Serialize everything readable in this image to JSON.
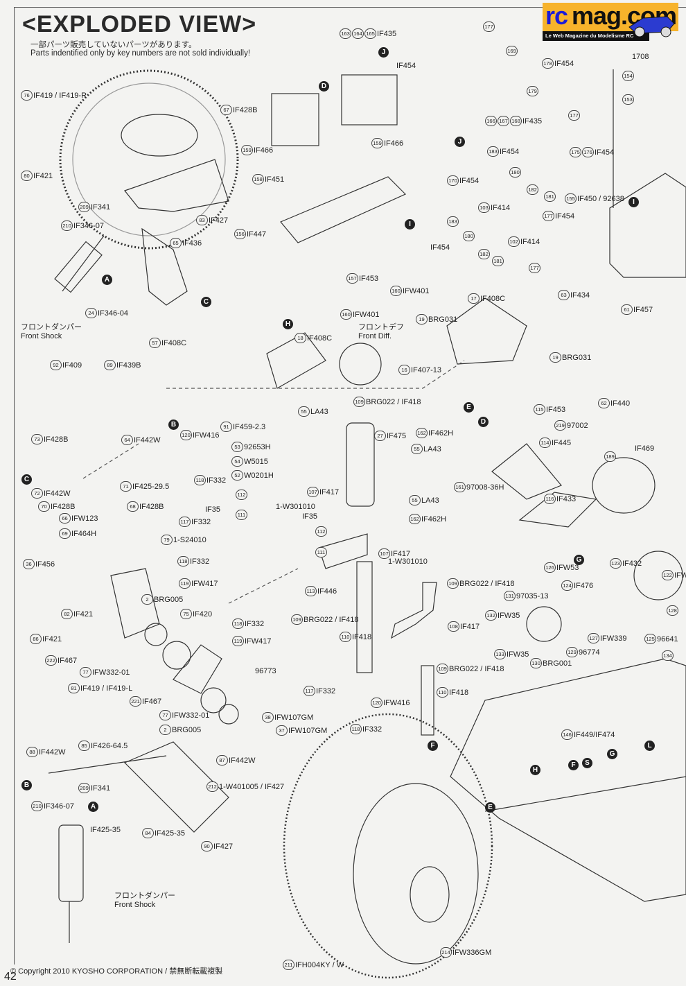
{
  "header": {
    "title": "<EXPLODED VIEW>",
    "subtitle_jp": "一部パーツ販売していないパーツがあります。",
    "subtitle_en": "Parts indentified only by key numbers are not sold individually!"
  },
  "logo": {
    "rc": "rc",
    "mag": "mag.com",
    "tagline": "Le Web Magazine du Modelisme RC"
  },
  "notes": [
    {
      "jp": "フロントダンパー",
      "en": "Front Shock"
    },
    {
      "jp": "フロントデフ",
      "en": "Front Diff."
    },
    {
      "jp": "フロントダンパー",
      "en": "Front Shock"
    }
  ],
  "parts": [
    {
      "num": "163 164 165",
      "code": "IF435"
    },
    {
      "num": "76",
      "code": "IF419 / IF419-R"
    },
    {
      "num": "67",
      "code": "IF428B"
    },
    {
      "num": "",
      "code": "IF454"
    },
    {
      "num": "177",
      "code": ""
    },
    {
      "num": "169",
      "code": ""
    },
    {
      "num": "178",
      "code": "IF454"
    },
    {
      "num": "179",
      "code": ""
    },
    {
      "num": "",
      "code": "1708"
    },
    {
      "num": "154",
      "code": ""
    },
    {
      "num": "153",
      "code": ""
    },
    {
      "num": "177",
      "code": ""
    },
    {
      "num": "166 167 168",
      "code": "IF435"
    },
    {
      "num": "175 176",
      "code": "IF454"
    },
    {
      "num": "183",
      "code": "IF454"
    },
    {
      "num": "180",
      "code": ""
    },
    {
      "num": "159",
      "code": "IF466"
    },
    {
      "num": "159",
      "code": "IF466"
    },
    {
      "num": "80",
      "code": "IF421"
    },
    {
      "num": "158",
      "code": "IF451"
    },
    {
      "num": "170",
      "code": "IF454"
    },
    {
      "num": "182",
      "code": ""
    },
    {
      "num": "181",
      "code": ""
    },
    {
      "num": "155",
      "code": "IF450 / 92638"
    },
    {
      "num": "209",
      "code": "IF341"
    },
    {
      "num": "103",
      "code": "IF414"
    },
    {
      "num": "83",
      "code": "IF427"
    },
    {
      "num": "210",
      "code": "IF346-07"
    },
    {
      "num": "156",
      "code": "IF447"
    },
    {
      "num": "177",
      "code": "IF454"
    },
    {
      "num": "183",
      "code": ""
    },
    {
      "num": "102",
      "code": "IF414"
    },
    {
      "num": "",
      "code": "IF454"
    },
    {
      "num": "65",
      "code": "IF436"
    },
    {
      "num": "180",
      "code": ""
    },
    {
      "num": "182",
      "code": ""
    },
    {
      "num": "181",
      "code": ""
    },
    {
      "num": "177",
      "code": ""
    },
    {
      "num": "157",
      "code": "IF453"
    },
    {
      "num": "160",
      "code": "IFW401"
    },
    {
      "num": "63",
      "code": "IF434"
    },
    {
      "num": "17",
      "code": "IF408C"
    },
    {
      "num": "61",
      "code": "IF457"
    },
    {
      "num": "24",
      "code": "IF346-04"
    },
    {
      "num": "160",
      "code": "IFW401"
    },
    {
      "num": "18",
      "code": "IF408C"
    },
    {
      "num": "19",
      "code": "BRG031"
    },
    {
      "num": "19",
      "code": "BRG031"
    },
    {
      "num": "57",
      "code": "IF408C"
    },
    {
      "num": "92",
      "code": "IF409"
    },
    {
      "num": "89",
      "code": "IF439B"
    },
    {
      "num": "16",
      "code": "IF407-13"
    },
    {
      "num": "109",
      "code": "BRG022 / IF418"
    },
    {
      "num": "62",
      "code": "IF440"
    },
    {
      "num": "115",
      "code": "IF453"
    },
    {
      "num": "219",
      "code": "97002"
    },
    {
      "num": "91",
      "code": "IF459-2.3"
    },
    {
      "num": "55",
      "code": "LA43"
    },
    {
      "num": "73",
      "code": "IF428B"
    },
    {
      "num": "120",
      "code": "IFW416"
    },
    {
      "num": "53",
      "code": "92653H"
    },
    {
      "num": "27",
      "code": "IF475"
    },
    {
      "num": "162",
      "code": "IF462H"
    },
    {
      "num": "64",
      "code": "IF442W"
    },
    {
      "num": "114",
      "code": "IF445"
    },
    {
      "num": "54",
      "code": "W5015"
    },
    {
      "num": "55",
      "code": "LA43"
    },
    {
      "num": "52",
      "code": "W0201H"
    },
    {
      "num": "118",
      "code": "IF332"
    },
    {
      "num": "161",
      "code": "97008-36H"
    },
    {
      "num": "71",
      "code": "IF425-29.5"
    },
    {
      "num": "72",
      "code": "IF442W"
    },
    {
      "num": "70",
      "code": "IF428B"
    },
    {
      "num": "107",
      "code": "IF417"
    },
    {
      "num": "",
      "code": "1-W301010"
    },
    {
      "num": "",
      "code": "IF35"
    },
    {
      "num": "112",
      "code": ""
    },
    {
      "num": "68",
      "code": "IF428B"
    },
    {
      "num": "116",
      "code": "IF433"
    },
    {
      "num": "55",
      "code": "LA43"
    },
    {
      "num": "111",
      "code": ""
    },
    {
      "num": "117",
      "code": "IF332"
    },
    {
      "num": "66",
      "code": "IFW123"
    },
    {
      "num": "162",
      "code": "IF462H"
    },
    {
      "num": "",
      "code": "IF35"
    },
    {
      "num": "112",
      "code": ""
    },
    {
      "num": "79",
      "code": "1-S24010"
    },
    {
      "num": "69",
      "code": "IF464H"
    },
    {
      "num": "107",
      "code": "IF417"
    },
    {
      "num": "",
      "code": "1-W301010"
    },
    {
      "num": "111",
      "code": ""
    },
    {
      "num": "126",
      "code": "IFW53"
    },
    {
      "num": "118",
      "code": "IF332"
    },
    {
      "num": "123",
      "code": "IF432"
    },
    {
      "num": "119",
      "code": "IFW417"
    },
    {
      "num": "124",
      "code": "IF476"
    },
    {
      "num": "36",
      "code": "IF456"
    },
    {
      "num": "113",
      "code": "IF446"
    },
    {
      "num": "109",
      "code": "BRG022 / IF418"
    },
    {
      "num": "2",
      "code": "BRG005"
    },
    {
      "num": "131",
      "code": "97035-13"
    },
    {
      "num": "75",
      "code": "IF420"
    },
    {
      "num": "132",
      "code": "IFW35"
    },
    {
      "num": "82",
      "code": "IF421"
    },
    {
      "num": "108",
      "code": "IF417"
    },
    {
      "num": "118",
      "code": "IF332"
    },
    {
      "num": "109",
      "code": "BRG022 / IF418"
    },
    {
      "num": "127",
      "code": "IFW339"
    },
    {
      "num": "125",
      "code": "96641"
    },
    {
      "num": "129",
      "code": "96774"
    },
    {
      "num": "86",
      "code": "IF421"
    },
    {
      "num": "119",
      "code": "IFW417"
    },
    {
      "num": "110",
      "code": "IF418"
    },
    {
      "num": "133",
      "code": "IFW35"
    },
    {
      "num": "130",
      "code": "BRG001"
    },
    {
      "num": "222",
      "code": "IF467"
    },
    {
      "num": "109",
      "code": "BRG022 / IF418"
    },
    {
      "num": "77",
      "code": "IFW332-01"
    },
    {
      "num": "81",
      "code": "IF419 / IF419-L"
    },
    {
      "num": "",
      "code": "96773"
    },
    {
      "num": "110",
      "code": "IF418"
    },
    {
      "num": "117",
      "code": "IF332"
    },
    {
      "num": "120",
      "code": "IFW416"
    },
    {
      "num": "221",
      "code": "IF467"
    },
    {
      "num": "77",
      "code": "IFW332-01"
    },
    {
      "num": "38",
      "code": "IFW107GM"
    },
    {
      "num": "118",
      "code": "IF332"
    },
    {
      "num": "2",
      "code": "BRG005"
    },
    {
      "num": "37",
      "code": "IFW107GM"
    },
    {
      "num": "146",
      "code": "IF449/IF474"
    },
    {
      "num": "88",
      "code": "IF442W"
    },
    {
      "num": "85",
      "code": "IF426-64.5"
    },
    {
      "num": "87",
      "code": "IF442W"
    },
    {
      "num": "212",
      "code": "1-W401005 / IF427"
    },
    {
      "num": "209",
      "code": "IF341"
    },
    {
      "num": "210",
      "code": "IF346-07"
    },
    {
      "num": "84",
      "code": "IF425-35"
    },
    {
      "num": "",
      "code": "IF425-35"
    },
    {
      "num": "90",
      "code": "IF427"
    },
    {
      "num": "211",
      "code": "IFH004KY / W"
    },
    {
      "num": "214",
      "code": "IFW336GM"
    },
    {
      "num": "",
      "code": "IF469"
    },
    {
      "num": "189",
      "code": ""
    },
    {
      "num": "122",
      "code": "IFW"
    },
    {
      "num": "134",
      "code": ""
    },
    {
      "num": "128",
      "code": ""
    }
  ],
  "keys": [
    "J",
    "D",
    "J",
    "I",
    "I",
    "A",
    "C",
    "H",
    "B",
    "E",
    "D",
    "G",
    "C",
    "F",
    "B",
    "A",
    "E",
    "H",
    "F",
    "S",
    "G",
    "L"
  ],
  "footer": {
    "copyright": "© Copyright 2010 KYOSHO CORPORATION / 禁無断転載複製",
    "page_number": "42"
  }
}
